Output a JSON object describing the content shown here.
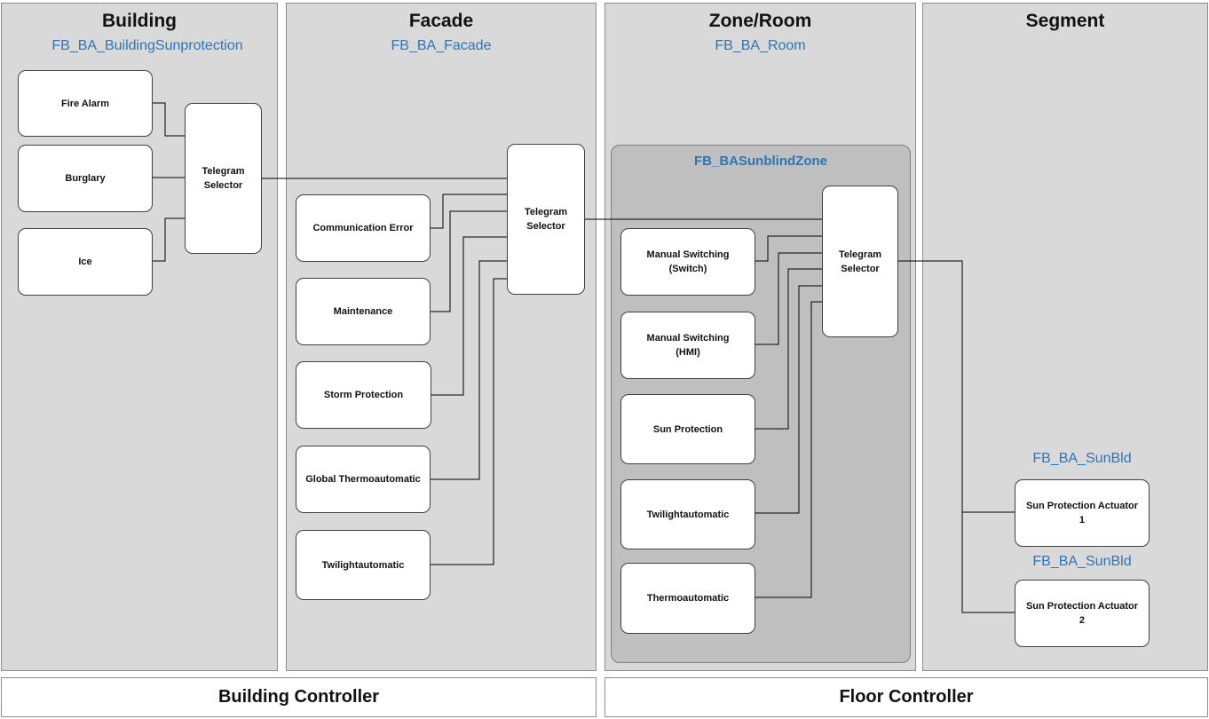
{
  "columns": {
    "building": {
      "title": "Building",
      "fb": "FB_BA_BuildingSunprotection"
    },
    "facade": {
      "title": "Facade",
      "fb": "FB_BA_Facade"
    },
    "zone_room": {
      "title": "Zone/Room",
      "fb": "FB_BA_Room"
    },
    "segment": {
      "title": "Segment",
      "fb_1": "FB_BA_SunBld",
      "fb_2": "FB_BA_SunBld"
    }
  },
  "zone": {
    "title": "FB_BASunblindZone"
  },
  "building_inputs": [
    "Fire Alarm",
    "Burglary",
    "Ice"
  ],
  "facade_inputs": [
    "Communication Error",
    "Maintenance",
    "Storm Protection",
    "Global Thermoautomatic",
    "Twilightautomatic"
  ],
  "zone_inputs": [
    "Manual Switching\n(Switch)",
    "Manual Switching\n(HMI)",
    "Sun Protection",
    "Twilightautomatic",
    "Thermoautomatic"
  ],
  "selectors": {
    "building": "Telegram\nSelector",
    "facade": "Telegram\nSelector",
    "zone": "Telegram\nSelector"
  },
  "actuators": [
    "Sun Protection Actuator\n1",
    "Sun Protection Actuator\n2"
  ],
  "controllers": {
    "building": "Building Controller",
    "floor": "Floor Controller"
  }
}
